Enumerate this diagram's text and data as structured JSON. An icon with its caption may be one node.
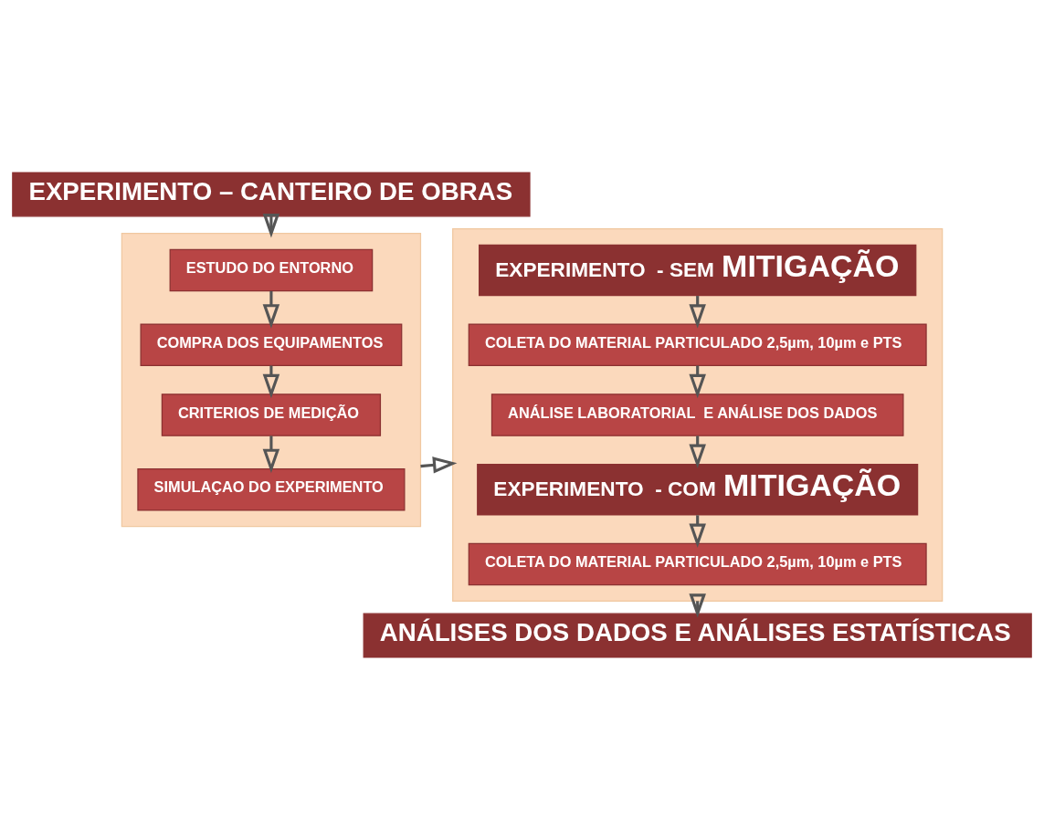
{
  "diagram": {
    "nodes": [
      {
        "text": [
          "EXPERIMENTO – CANTEIRO DE OBRAS"
        ]
      },
      {
        "text": [],
        "shape": "box"
      },
      {
        "text": [
          "ESTUDO DO ENTORNO"
        ],
        "in": 1
      },
      {
        "text": [
          "COMPRA DOS EQUIPAMENTOS"
        ],
        "in": 1
      },
      {
        "text": [
          "CRITERIOS DE MEDIÇÃO"
        ],
        "in": 1
      },
      {
        "text": [
          "SIMULAÇAO DO EXPERIMENTO"
        ],
        "in": 1
      },
      {
        "text": [],
        "shape": "box"
      },
      {
        "text": [
          "EXPERIMENTO  - SEM **MITIGAÇÃO**"
        ],
        "in": 6
      },
      {
        "text": [
          "COLETA DO MATERIAL PARTICULADO 2,5µm, 10µm e PTS"
        ],
        "in": 6
      },
      {
        "text": [
          "ANÁLISE LABORATORIAL  E ANÁLISE DOS DADOS"
        ],
        "in": 6
      },
      {
        "text": [
          "EXPERIMENTO  - COM **MITIGAÇÃO**"
        ],
        "in": 6
      },
      {
        "text": [
          "COLETA DO MATERIAL PARTICULADO 2,5µm, 10µm e PTS"
        ],
        "in": 6
      },
      {
        "text": [
          "ANÁLISES DOS DADOS E ANÁLISES ESTATÍSTICAS"
        ]
      }
    ],
    "edges": [
      {
        "from": 0,
        "to": 1,
        "arrow": "to"
      },
      {
        "from": 2,
        "to": 3,
        "arrow": "to"
      },
      {
        "from": 3,
        "to": 4,
        "arrow": "to"
      },
      {
        "from": 4,
        "to": 5,
        "arrow": "to"
      },
      {
        "from": 1,
        "to": 6,
        "arrow": "to"
      },
      {
        "from": 7,
        "to": 8,
        "arrow": "to"
      },
      {
        "from": 8,
        "to": 9,
        "arrow": "to"
      },
      {
        "from": 9,
        "to": 10,
        "arrow": "to"
      },
      {
        "from": 10,
        "to": 11,
        "arrow": "to"
      },
      {
        "from": 6,
        "to": 12,
        "arrow": "to"
      }
    ]
  }
}
